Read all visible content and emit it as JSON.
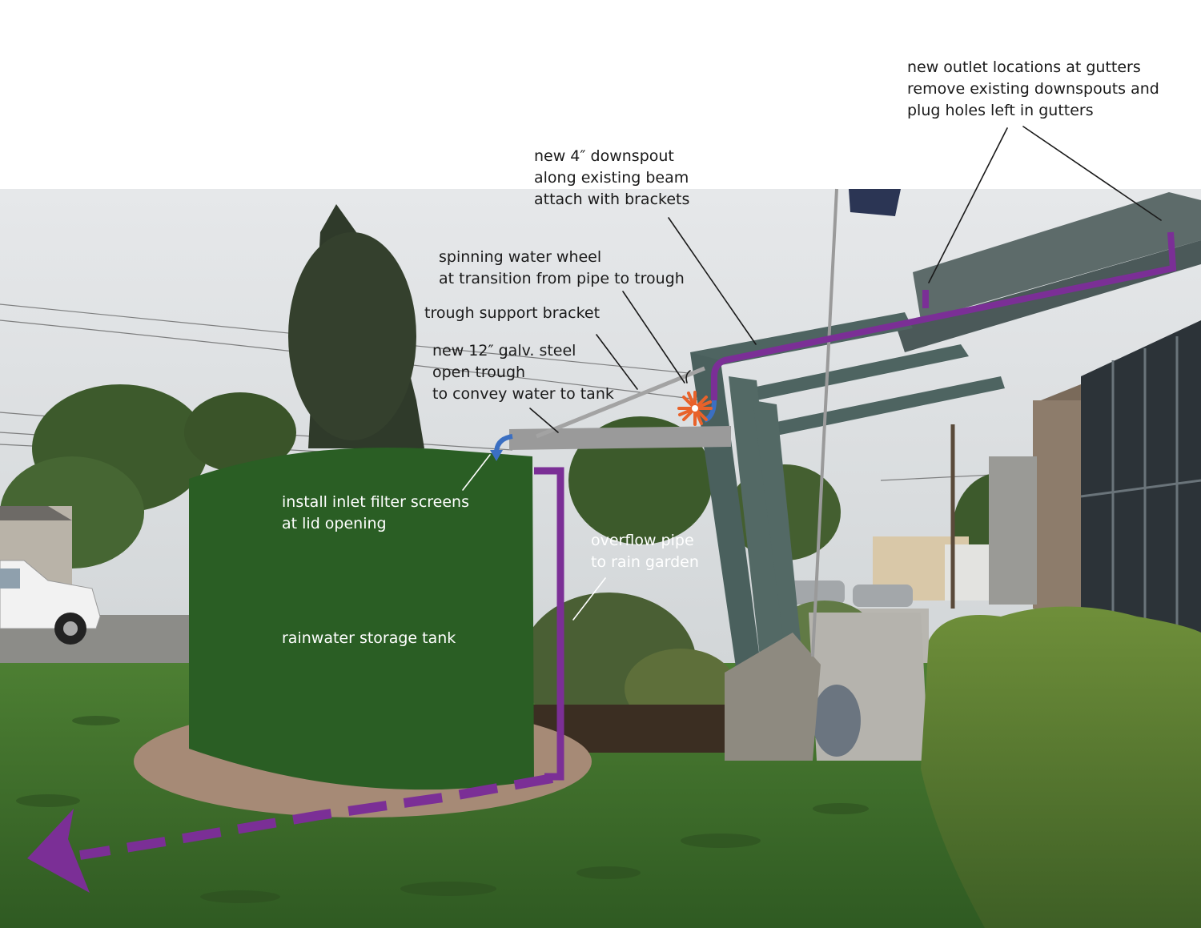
{
  "annotations": {
    "gutters": [
      "new outlet locations at gutters",
      "remove existing downspouts and",
      "plug holes left in gutters"
    ],
    "downspout": [
      "new 4″ downspout",
      "along existing beam",
      "attach with brackets"
    ],
    "water_wheel": [
      "spinning water wheel",
      "at transition from pipe to trough"
    ],
    "bracket": [
      "trough support bracket"
    ],
    "trough": [
      "new 12″ galv. steel",
      "open trough",
      "to convey water to tank"
    ],
    "inlet": [
      "install inlet filter screens",
      "at lid opening"
    ],
    "overflow": [
      "overflow pipe",
      "to rain garden"
    ],
    "tank": [
      "rainwater storage tank"
    ]
  },
  "colors": {
    "tank": "#2a5e24",
    "pipe": "#7b2f96",
    "trough": "#9a9a9a",
    "rain_garden": "#a68a76",
    "wheel": "#e8622a",
    "inlet_arrow": "#3b6fc2",
    "grass": "#3f6e2c",
    "sky": "#dfe2e4"
  },
  "icons": [
    "water-wheel-icon",
    "inlet-arrow-icon",
    "flow-arrow-icon"
  ]
}
